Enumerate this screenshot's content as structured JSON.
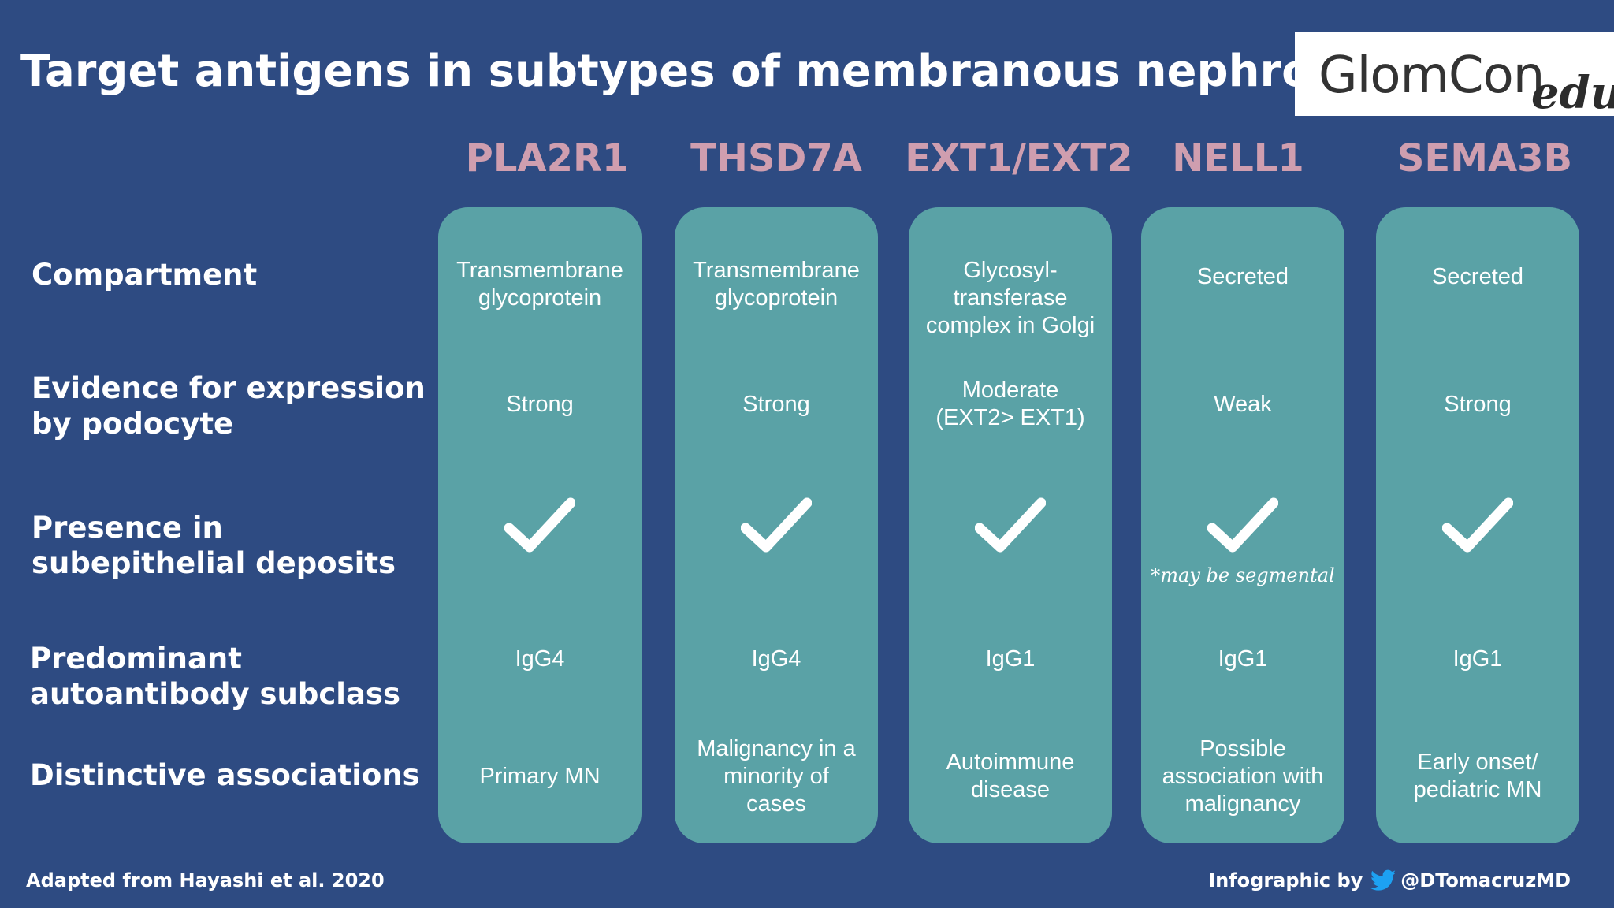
{
  "title": "Target antigens in subtypes of membranous nephropathy",
  "logo": {
    "main": "GlomCon",
    "edu": "edu"
  },
  "columns": [
    {
      "header": "PLA2R1",
      "compartment": [
        "Transmembrane",
        "glycoprotein"
      ],
      "evidence": [
        "Strong"
      ],
      "presence": true,
      "note": "",
      "subclass": "IgG4",
      "associations": [
        "Primary MN"
      ]
    },
    {
      "header": "THSD7A",
      "compartment": [
        "Transmembrane",
        "glycoprotein"
      ],
      "evidence": [
        "Strong"
      ],
      "presence": true,
      "note": "",
      "subclass": "IgG4",
      "associations": [
        "Malignancy in a",
        "minority of",
        "cases"
      ]
    },
    {
      "header": "EXT1/EXT2",
      "compartment": [
        "Glycosyl-",
        "transferase",
        "complex in Golgi"
      ],
      "evidence": [
        "Moderate",
        "(EXT2> EXT1)"
      ],
      "presence": true,
      "note": "",
      "subclass": "IgG1",
      "associations": [
        "Autoimmune",
        "disease"
      ]
    },
    {
      "header": "NELL1",
      "compartment": [
        "Secreted"
      ],
      "evidence": [
        "Weak"
      ],
      "presence": true,
      "note": "*may be segmental",
      "subclass": "IgG1",
      "associations": [
        "Possible",
        "association with",
        "malignancy"
      ]
    },
    {
      "header": "SEMA3B",
      "compartment": [
        "Secreted"
      ],
      "evidence": [
        "Strong"
      ],
      "presence": true,
      "note": "",
      "subclass": "IgG1",
      "associations": [
        "Early onset/",
        "pediatric MN"
      ]
    }
  ],
  "row_labels": {
    "compartment": [
      "Compartment"
    ],
    "evidence": [
      "Evidence for expression",
      "by podocyte"
    ],
    "presence": [
      "Presence in",
      "subepithelial deposits"
    ],
    "subclass": [
      "Predominant",
      "autoantibody subclass"
    ],
    "associations": [
      "Distinctive associations"
    ]
  },
  "footer": {
    "source": "Adapted from Hayashi et al. 2020",
    "credit_prefix": "Infographic by",
    "credit_handle": "@DTomacruzMD"
  },
  "colors": {
    "background": "#2e4b82",
    "column_fill": "#5aa2a6",
    "header_text": "#cf9eaf",
    "text": "#ffffff"
  },
  "icons": {
    "check": "check-icon",
    "twitter": "twitter-bird-icon"
  }
}
